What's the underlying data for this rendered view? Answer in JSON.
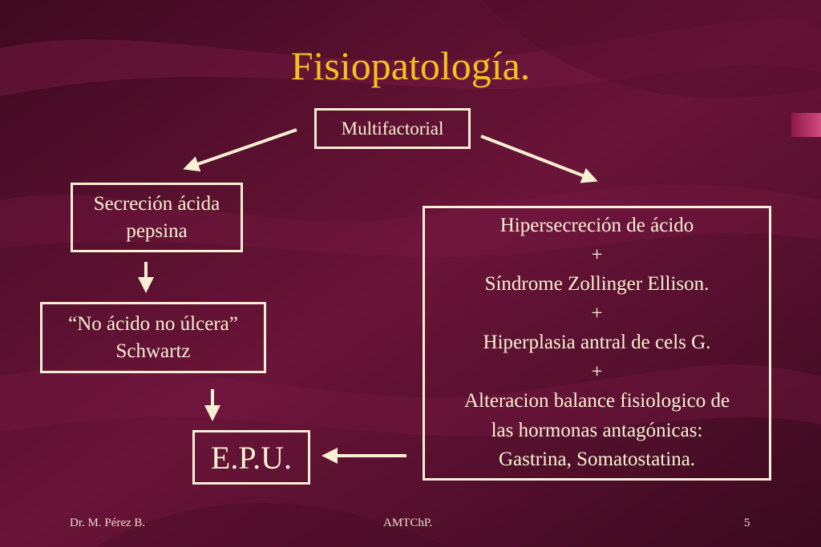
{
  "slide": {
    "title": "Fisiopatología.",
    "boxes": {
      "multifactorial": "Multifactorial",
      "secrecion": [
        "Secreción ácida",
        "pepsina"
      ],
      "no_acido": [
        "“No ácido no úlcera”",
        "Schwartz"
      ],
      "epu": "E.P.U.",
      "hipersecrecion": [
        "Hipersecreción de ácido",
        "+",
        "Síndrome Zollinger Ellison.",
        "+",
        "Hiperplasia antral de  cels G.",
        "+",
        "Alteracion balance fisiologico de",
        "las hormonas antagónicas:",
        "Gastrina, Somatostatina."
      ]
    },
    "footer": {
      "author": "Dr. M. Pérez B.",
      "org": "AMTChP.",
      "page": "5"
    }
  },
  "colors": {
    "background": "#5e0f30",
    "title": "#f2c21c",
    "box_text": "#f7f0d2",
    "arrow": "#f7f0d2"
  }
}
